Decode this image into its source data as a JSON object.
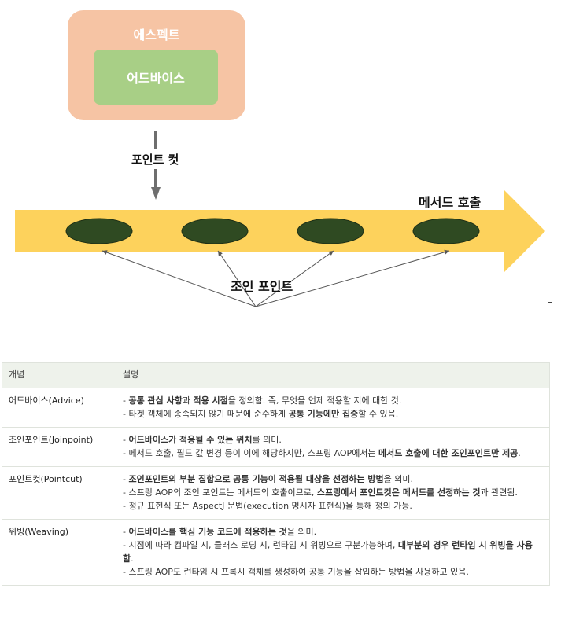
{
  "diagram": {
    "aspect_label": "에스펙트",
    "advice_label": "어드바이스",
    "pointcut_label": "포인트 컷",
    "method_call_label": "메서드 호출",
    "joinpoint_label": "조인 포인트",
    "joinpoint_count": 4,
    "colors": {
      "aspect": "#f6c4a4",
      "advice": "#a8cf86",
      "arrow": "#fdd25c",
      "joinpoint": "#2f4a22",
      "pointcut_arrow": "#6e6e6e"
    }
  },
  "table": {
    "headers": [
      "개념",
      "설명"
    ],
    "rows": [
      {
        "term": "어드바이스(Advice)",
        "lines": [
          [
            {
              "t": "- "
            },
            {
              "t": "공통 관심 사항",
              "b": true
            },
            {
              "t": "과 "
            },
            {
              "t": "적용 시점",
              "b": true
            },
            {
              "t": "을 정의함. 즉, 무엇을 언제 적용할 지에 대한 것."
            }
          ],
          [
            {
              "t": "- 타겟 객체에 종속되지 않기 때문에 순수하게 "
            },
            {
              "t": "공통 기능에만 집중",
              "b": true
            },
            {
              "t": "할 수 있음."
            }
          ]
        ]
      },
      {
        "term": "조인포인트(Joinpoint)",
        "lines": [
          [
            {
              "t": "- "
            },
            {
              "t": "어드바이스가 적용될 수 있는 위치",
              "b": true
            },
            {
              "t": "를 의미."
            }
          ],
          [
            {
              "t": "- 메서드 호출, 필드 값 변경 등이 이에 해당하지만, 스프링 AOP에서는 "
            },
            {
              "t": "메서드 호출에 대한 조인포인트만 제공",
              "b": true
            },
            {
              "t": "."
            }
          ]
        ]
      },
      {
        "term": "포인트컷(Pointcut)",
        "lines": [
          [
            {
              "t": "- "
            },
            {
              "t": "조인포인트의 부분 집합으로 공통 기능이 적용될 대상을 선정하는 방법",
              "b": true
            },
            {
              "t": "을 의미."
            }
          ],
          [
            {
              "t": "- 스프링 AOP의 조인 포인트는 메서드의 호출이므로, "
            },
            {
              "t": "스프링에서 포인트컷은 메서드를 선정하는 것",
              "b": true
            },
            {
              "t": "과 관련됨."
            }
          ],
          [
            {
              "t": "- 정규 표현식 또는 AspectJ 문법(execution 명시자 표현식)을 통해 정의 가능."
            }
          ]
        ]
      },
      {
        "term": "위빙(Weaving)",
        "lines": [
          [
            {
              "t": "- "
            },
            {
              "t": "어드바이스를 핵심 기능 코드에 적용하는 것",
              "b": true
            },
            {
              "t": "을 의미."
            }
          ],
          [
            {
              "t": "- 시점에 따라 컴파일 시, 클래스 로딩 시, 런타임 시 위빙으로 구분가능하며, "
            },
            {
              "t": "대부분의 경우 런타임 시 위빙을 사용함",
              "b": true
            },
            {
              "t": "."
            }
          ],
          [
            {
              "t": "- 스프링 AOP도 런타임 시 프록시 객체를 생성하여 공통 기능을 삽입하는 방법을 사용하고 있음."
            }
          ]
        ]
      }
    ]
  }
}
